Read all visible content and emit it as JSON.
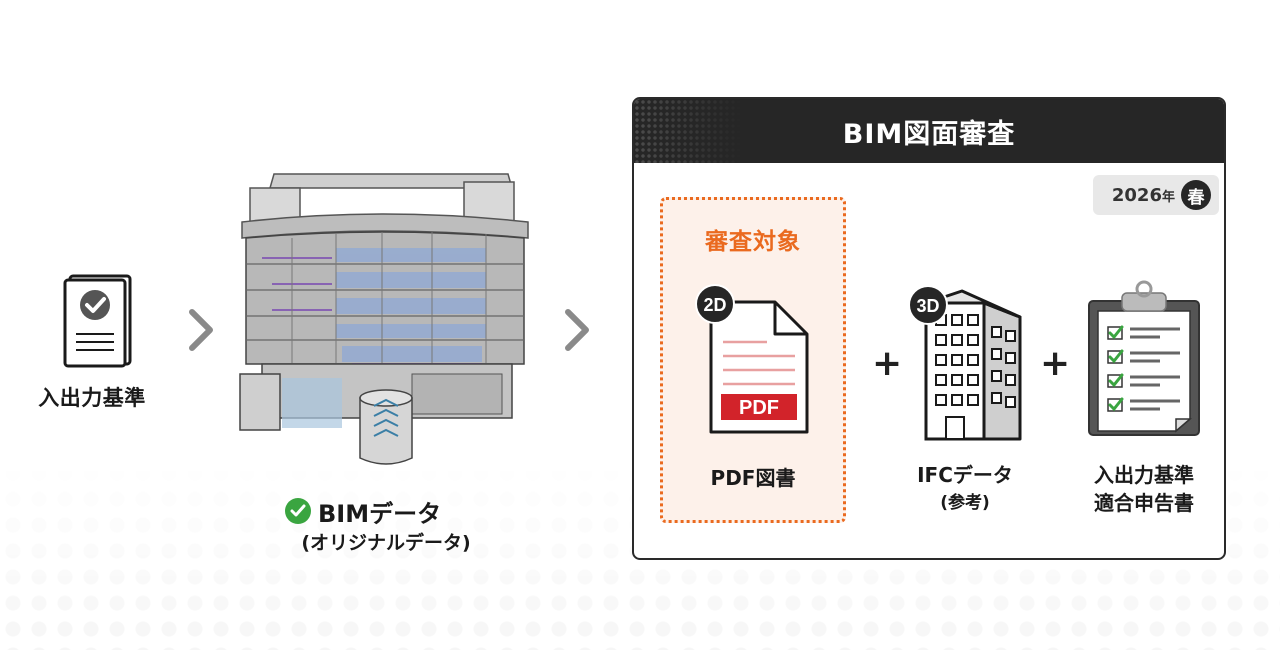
{
  "left": {
    "standards_label": "入出力基準"
  },
  "model": {
    "label": "BIMデータ",
    "sublabel": "(オリジナルデータ)"
  },
  "panel": {
    "title": "BIM図面審査",
    "season_year": "2026",
    "season_year_suffix": "年",
    "season": "春",
    "target_label": "審査対象",
    "items": [
      {
        "badge": "2D",
        "file_tag": "PDF",
        "label": "PDF図書"
      },
      {
        "badge": "3D",
        "label": "IFCデータ",
        "sublabel": "(参考)"
      },
      {
        "label_line1": "入出力基準",
        "label_line2": "適合申告書"
      }
    ],
    "plus": "+"
  },
  "colors": {
    "accent": "#ea6a1f",
    "dark": "#262626",
    "check_green": "#3aa540",
    "pdf_red": "#d2232a"
  }
}
